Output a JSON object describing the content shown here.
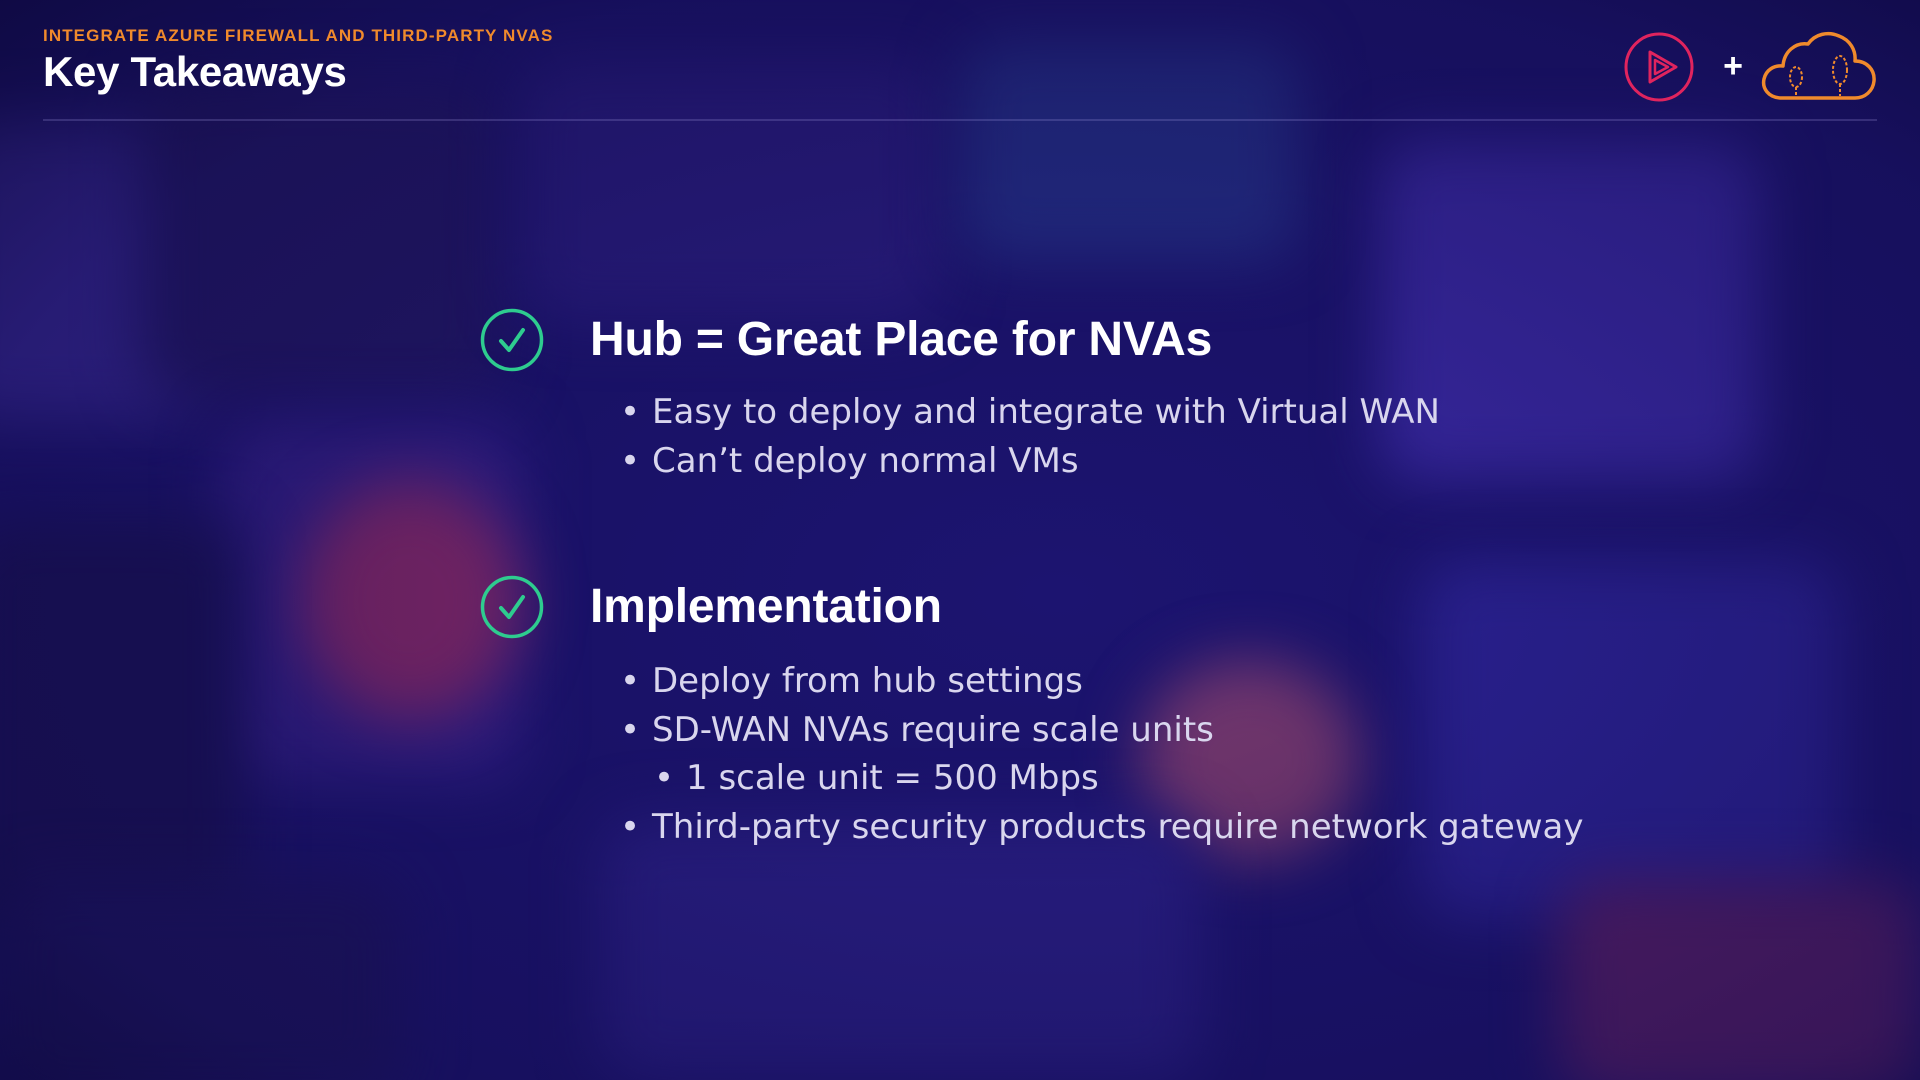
{
  "header": {
    "subtitle": "INTEGRATE AZURE FIREWALL AND THIRD-PARTY NVAS",
    "title": "Key Takeaways"
  },
  "logos": {
    "play_icon": "play-circle-icon",
    "plus": "+",
    "cloud_icon": "cloud-guru-icon"
  },
  "sections": [
    {
      "heading": "Hub = Great Place for NVAs",
      "icon": "check-circle-icon",
      "bullets": [
        "Easy to deploy and integrate with Virtual WAN",
        "Can’t deploy normal VMs"
      ]
    },
    {
      "heading": "Implementation",
      "icon": "check-circle-icon",
      "bullets": [
        "Deploy from hub settings",
        "SD-WAN NVAs require scale units",
        "1 scale unit = 500 Mbps",
        "Third-party security products require network gateway"
      ]
    }
  ],
  "colors": {
    "accent_orange": "#f08a2c",
    "check_green": "#2ecc8f",
    "play_red": "#e0245e",
    "background": "#1c1470"
  }
}
